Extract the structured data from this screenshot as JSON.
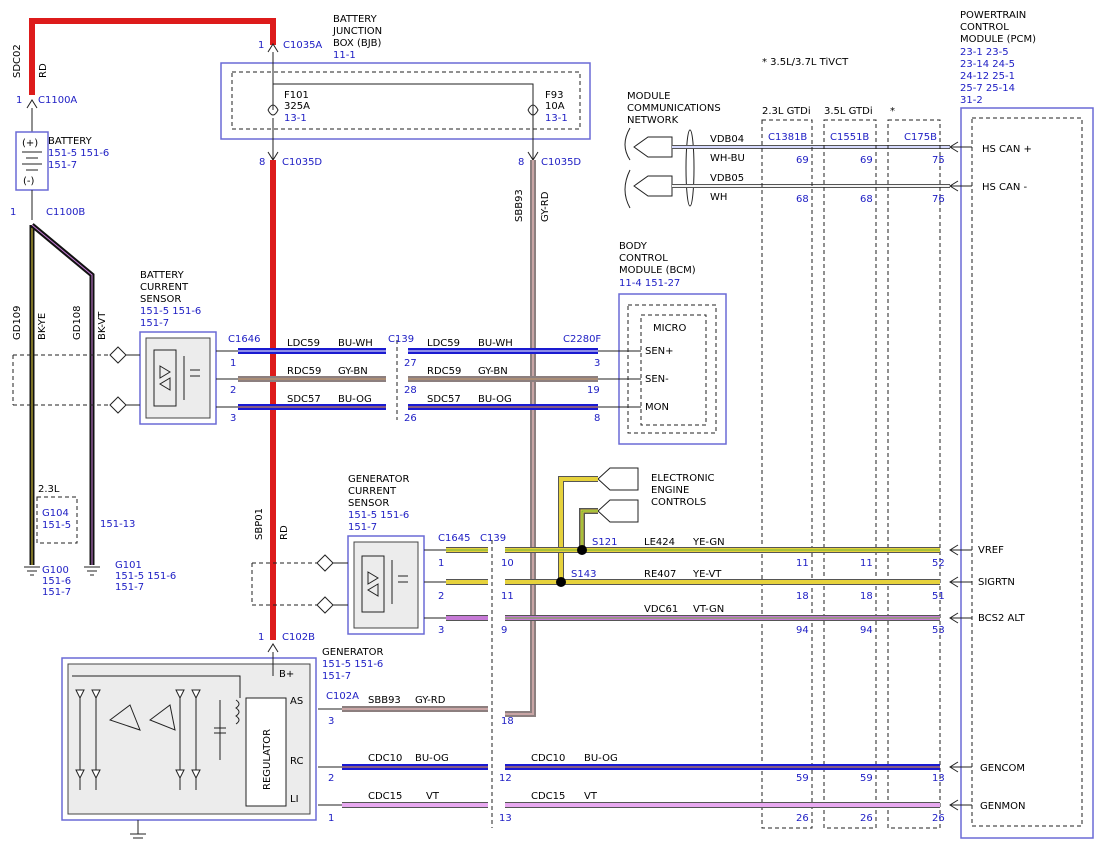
{
  "note": "* 3.5L/3.7L TiVCT",
  "bjb": {
    "title": [
      "BATTERY",
      "JUNCTION",
      "BOX (BJB)"
    ],
    "ref": "11-1",
    "f101": [
      "F101",
      "325A"
    ],
    "f101_ref": "13-1",
    "f93": [
      "F93",
      "10A"
    ],
    "f93_ref": "13-1"
  },
  "pcm": {
    "title": [
      "POWERTRAIN",
      "CONTROL",
      "MODULE (PCM)"
    ],
    "refs": [
      "23-1   23-5",
      "23-14  24-5",
      "24-12  25-1",
      "25-7   25-14",
      "31-2"
    ]
  },
  "connectors": {
    "c1035a": "C1035A",
    "c1035d_a": "C1035D",
    "c1035d_b": "C1035D",
    "c1100a": "C1100A",
    "c1100b": "C1100B",
    "c1646": "C1646",
    "c139_a": "C139",
    "c2280f": "C2280F",
    "c1645": "C1645",
    "c139_b": "C139",
    "c102b": "C102B",
    "c102a": "C102A",
    "c1381b": "C1381B",
    "c1551b": "C1551B",
    "c175b": "C175B"
  },
  "battery": {
    "title": "BATTERY",
    "refs": [
      "151-5  151-6",
      "151-7"
    ],
    "plus": "(+)",
    "minus": "(-)"
  },
  "mcn": {
    "title": [
      "MODULE",
      "COMMUNICATIONS",
      "NETWORK"
    ]
  },
  "col_headers": {
    "c23": "2.3L GTDi",
    "c35": "3.5L GTDi",
    "star": "*"
  },
  "can": {
    "vdb04": "VDB04",
    "whbu": "WH-BU",
    "vdb05": "VDB05",
    "wh": "WH",
    "hsp": "HS CAN +",
    "hsm": "HS CAN -",
    "pins_p": [
      "69",
      "69",
      "75"
    ],
    "pins_m": [
      "68",
      "68",
      "76"
    ]
  },
  "bcm": {
    "title": [
      "BODY",
      "CONTROL",
      "MODULE (BCM)"
    ],
    "refs": "11-4     151-27",
    "micro": "MICRO",
    "sen_p": "SEN+",
    "sen_m": "SEN-",
    "mon": "MON"
  },
  "bcs": {
    "title": [
      "BATTERY",
      "CURRENT",
      "SENSOR"
    ],
    "refs": [
      "151-5  151-6",
      "151-7"
    ]
  },
  "gcs": {
    "title": [
      "GENERATOR",
      "CURRENT",
      "SENSOR"
    ],
    "refs": [
      "151-5  151-6",
      "151-7"
    ]
  },
  "gen": {
    "title": "GENERATOR",
    "refs": [
      "151-5  151-6",
      "151-7"
    ],
    "regulator": "REGULATOR",
    "bplus": "B+",
    "as": "AS",
    "rc": "RC",
    "li": "LI"
  },
  "eec": {
    "title": [
      "ELECTRONIC",
      "ENGINE",
      "CONTROLS"
    ]
  },
  "splices": {
    "s121": "S121",
    "s143": "S143"
  },
  "grounds": {
    "g100": "G100",
    "g100_refs": [
      "151-6",
      "151-7"
    ],
    "g101": "G101",
    "g101_refs": [
      "151-5  151-6",
      "151-7"
    ],
    "g104": "G104",
    "g104_ref": "151-5",
    "g104_tag": "2.3L",
    "ref_15113": "151-13"
  },
  "wires": {
    "sdc02": "SDC02",
    "rd_top": "RD",
    "gd109": "GD109",
    "bkye": "BK-YE",
    "gd108": "GD108",
    "bkvt": "BK-VT",
    "sbp01": "SBP01",
    "rd_mid": "RD",
    "sbb93": "SBB93",
    "gyrd": "GY-RD",
    "ldc59": "LDC59",
    "buwh": "BU-WH",
    "rdc59": "RDC59",
    "gybn": "GY-BN",
    "sdc57": "SDC57",
    "buog": "BU-OG",
    "le424": "LE424",
    "yegn": "YE-GN",
    "re407": "RE407",
    "yevt": "YE-VT",
    "vdc61": "VDC61",
    "vtgn": "VT-GN",
    "sbb93_b": "SBB93",
    "gyrd_b": "GY-RD",
    "cdc10": "CDC10",
    "buog_b": "BU-OG",
    "cdc15": "CDC15",
    "vt": "VT"
  },
  "pcm_pins": {
    "vref": "VREF",
    "sigrtn": "SIGRTN",
    "bcs2": "BCS2 ALT",
    "gencom": "GENCOM",
    "genmon": "GENMON"
  },
  "pins": {
    "p1_top": "1",
    "p8a": "8",
    "p8b": "8",
    "p1_batt": "1",
    "p1_battb": "1",
    "p1_c102b": "1",
    "bcs": [
      "1",
      "2",
      "3"
    ],
    "c139a": [
      "27",
      "28",
      "26"
    ],
    "bcm": [
      "3",
      "19",
      "8"
    ],
    "gcs": [
      "1",
      "2",
      "3"
    ],
    "c139b": [
      "10",
      "11",
      "9"
    ],
    "vref": [
      "11",
      "11",
      "52"
    ],
    "sig": [
      "18",
      "18",
      "51"
    ],
    "bcs2": [
      "94",
      "94",
      "53"
    ],
    "as_gen": "3",
    "as_c139": "18",
    "gencom": [
      "2",
      "12",
      "59",
      "59",
      "13"
    ],
    "genmon": [
      "1",
      "13",
      "26",
      "26",
      "26"
    ]
  },
  "colors": {
    "red": "#dd1b1b",
    "blue": "#1a1ad0",
    "gray": "#8c7f7f",
    "yellow": "#e6d23c",
    "green": "#6ab23a",
    "violet": "#c67ad6",
    "label_blue": "#1d1dc4"
  }
}
